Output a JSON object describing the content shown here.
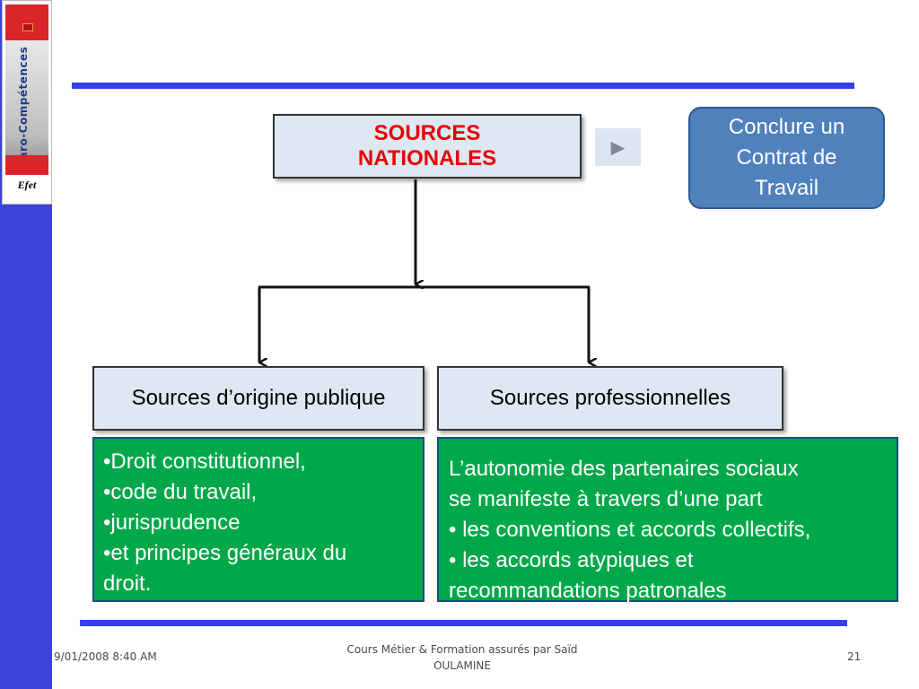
{
  "logo": {
    "brand_text": "Maro-Compétences",
    "efet_text": "Efet"
  },
  "diagram": {
    "root": "SOURCES NATIONALES",
    "action_button_symbol": "►",
    "conclude_box": "Conclure un Contrat de Travail",
    "branch_left": "Sources d’origine publique",
    "branch_right": "Sources professionnelles",
    "left_items": [
      "•Droit constitutionnel,",
      "•code du travail,",
      "•jurisprudence",
      "•et principes généraux du",
      "droit."
    ],
    "right_items": [
      "L’autonomie des partenaires sociaux",
      "se manifeste à travers d’une part",
      "• les conventions et accords collectifs,",
      "• les accords atypiques et",
      "recommandations patronales"
    ]
  },
  "footer": {
    "date": "9/01/2008 8:40 AM",
    "center_line1": "Cours Métier & Formation assurés  par Saïd",
    "center_line2": "OULAMINE",
    "page_number": "21"
  },
  "colors": {
    "sidebar": "#3b44d6",
    "rule": "#3241e6",
    "root_text": "#e80000",
    "conclude_fill": "#4f81bd",
    "green_fill": "#00a84a"
  }
}
